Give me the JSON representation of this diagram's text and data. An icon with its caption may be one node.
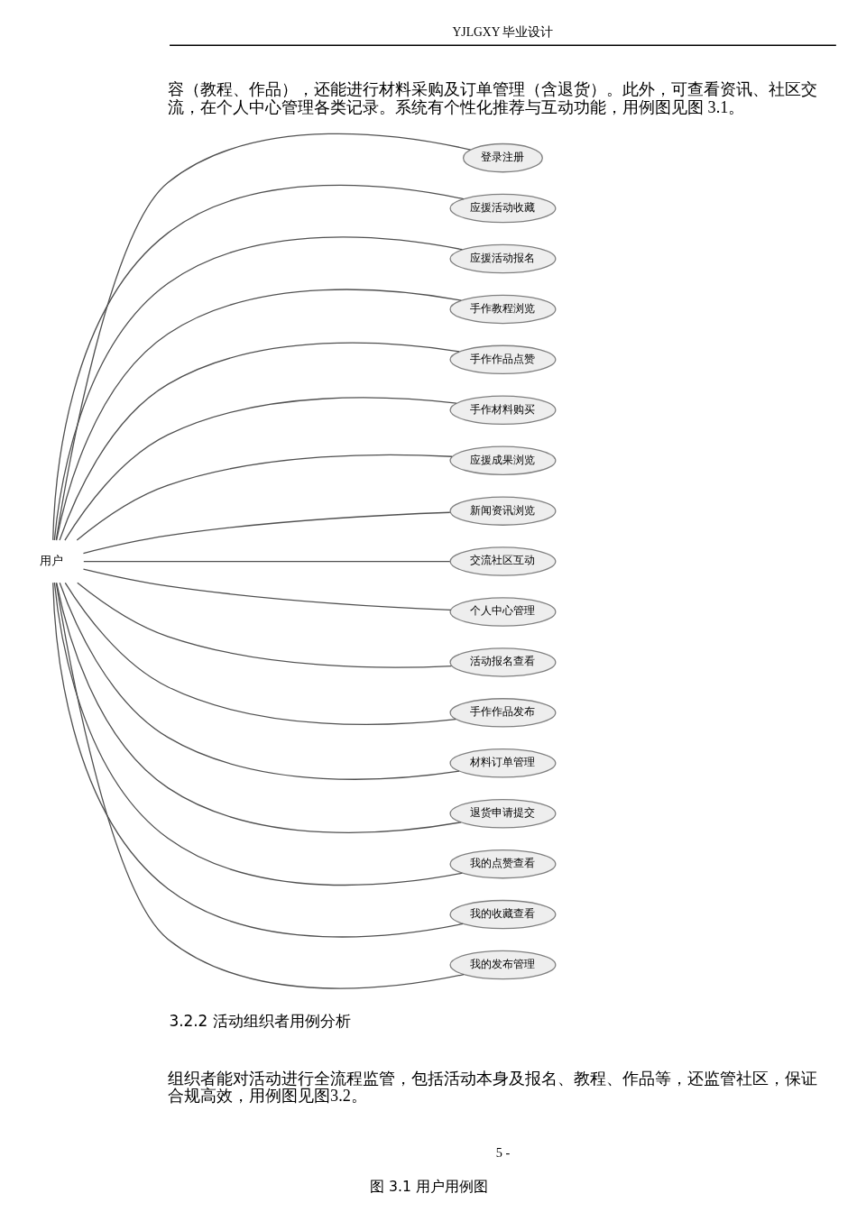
{
  "diagram": {
    "caption": "图 3.1 用户用例图",
    "nodes": [
      {
        "text": [
          "用户"
        ]
      },
      {
        "text": [
          "登录注册"
        ]
      },
      {
        "text": [
          "应援活动收藏"
        ]
      },
      {
        "text": [
          "应援活动报名"
        ]
      },
      {
        "text": [
          "手作教程浏览"
        ]
      },
      {
        "text": [
          "手作作品点赞"
        ]
      },
      {
        "text": [
          "手作材料购买"
        ]
      },
      {
        "text": [
          "应援成果浏览"
        ]
      },
      {
        "text": [
          "新闻资讯浏览"
        ]
      },
      {
        "text": [
          "交流社区互动"
        ]
      },
      {
        "text": [
          "个人中心管理"
        ]
      },
      {
        "text": [
          "活动报名查看"
        ]
      },
      {
        "text": [
          "手作作品发布"
        ]
      },
      {
        "text": [
          "材料订单管理"
        ]
      },
      {
        "text": [
          "退货申请提交"
        ]
      },
      {
        "text": [
          "我的点赞查看"
        ]
      },
      {
        "text": [
          "我的收藏查看"
        ]
      },
      {
        "text": [
          "我的发布管理"
        ]
      }
    ],
    "edges": [
      {
        "from": 0,
        "to": 1,
        "arrow": "none"
      },
      {
        "from": 0,
        "to": 2,
        "arrow": "none"
      },
      {
        "from": 0,
        "to": 3,
        "arrow": "none"
      },
      {
        "from": 0,
        "to": 4,
        "arrow": "none"
      },
      {
        "from": 0,
        "to": 5,
        "arrow": "none"
      },
      {
        "from": 0,
        "to": 6,
        "arrow": "none"
      },
      {
        "from": 0,
        "to": 7,
        "arrow": "none"
      },
      {
        "from": 0,
        "to": 8,
        "arrow": "none"
      },
      {
        "from": 0,
        "to": 9,
        "arrow": "none"
      },
      {
        "from": 0,
        "to": 10,
        "arrow": "none"
      },
      {
        "from": 0,
        "to": 11,
        "arrow": "none"
      },
      {
        "from": 0,
        "to": 12,
        "arrow": "none"
      },
      {
        "from": 0,
        "to": 13,
        "arrow": "none"
      },
      {
        "from": 0,
        "to": 14,
        "arrow": "none"
      },
      {
        "from": 0,
        "to": 15,
        "arrow": "none"
      },
      {
        "from": 0,
        "to": 16,
        "arrow": "none"
      },
      {
        "from": 0,
        "to": 17,
        "arrow": "none"
      }
    ],
    "labels": [
      "YJLGXY 毕业设计",
      "容（教程、作品），还能进行材料采购及订单管理（含退货）。此外，可查看资讯、社区交流，在个人中心管理各类记录。系统有个性化推荐与互动功能，用例图见图 3.1。",
      "3.2.2 活动组织者用例分析",
      "组织者能对活动进行全流程监管，包括活动本身及报名、教程、作品等，还监管社区，保证合规高效，用例图见图3.2。",
      "5 -"
    ]
  }
}
